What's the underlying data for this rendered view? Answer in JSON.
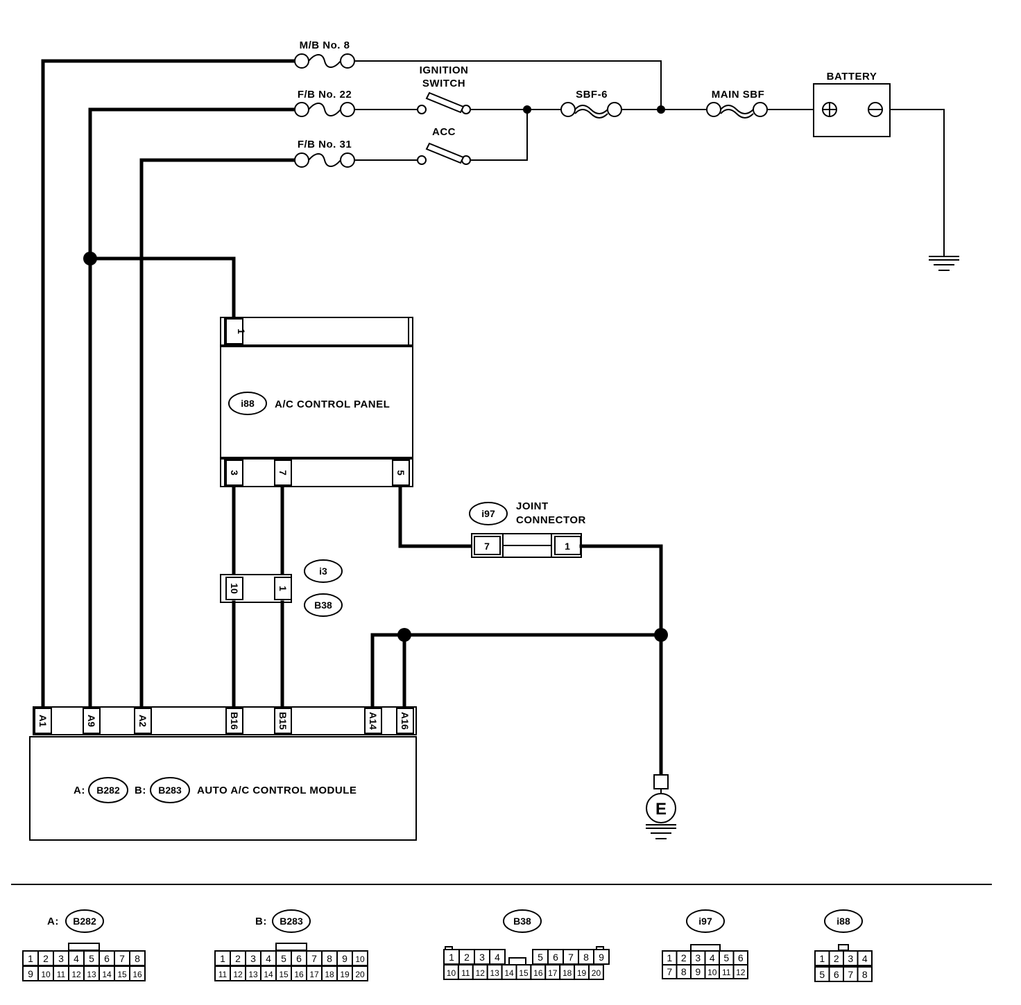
{
  "fuses": {
    "mb8": "M/B No. 8",
    "fb22": "F/B No. 22",
    "fb31": "F/B No. 31",
    "sbf6": "SBF-6",
    "main_sbf": "MAIN SBF"
  },
  "switches": {
    "ignition_line1": "IGNITION",
    "ignition_line2": "SWITCH",
    "acc": "ACC"
  },
  "battery": {
    "label": "BATTERY"
  },
  "control_panel": {
    "connector": "i88",
    "name": "A/C CONTROL PANEL",
    "top_pins": [
      "1"
    ],
    "bottom_pins": [
      "3",
      "7",
      "5"
    ]
  },
  "joint_connector": {
    "connector": "i97",
    "line1": "JOINT",
    "line2": "CONNECTOR",
    "pins": [
      "7",
      "1"
    ]
  },
  "intermediate_connector": {
    "tags": [
      "i3",
      "B38"
    ],
    "pins": [
      "10",
      "1"
    ]
  },
  "module": {
    "prefix_a": "A:",
    "connector_a": "B282",
    "prefix_b": "B:",
    "connector_b": "B283",
    "name": "AUTO A/C CONTROL MODULE",
    "pins": [
      "A1",
      "A9",
      "A2",
      "B16",
      "B15",
      "A14",
      "A16"
    ]
  },
  "ground": {
    "label": "E"
  },
  "connector_views": {
    "b282": {
      "prefix": "A:",
      "name": "B282",
      "rows": [
        [
          "1",
          "2",
          "3",
          "4",
          "5",
          "6",
          "7",
          "8"
        ],
        [
          "9",
          "10",
          "11",
          "12",
          "13",
          "14",
          "15",
          "16"
        ]
      ]
    },
    "b283": {
      "prefix": "B:",
      "name": "B283",
      "rows": [
        [
          "1",
          "2",
          "3",
          "4",
          "5",
          "6",
          "7",
          "8",
          "9",
          "10"
        ],
        [
          "11",
          "12",
          "13",
          "14",
          "15",
          "16",
          "17",
          "18",
          "19",
          "20"
        ]
      ]
    },
    "b38": {
      "name": "B38",
      "rows": [
        [
          "1",
          "2",
          "3",
          "4",
          "5",
          "6",
          "7",
          "8",
          "9"
        ],
        [
          "10",
          "11",
          "12",
          "13",
          "14",
          "15",
          "16",
          "17",
          "18",
          "19",
          "20"
        ]
      ]
    },
    "i97": {
      "name": "i97",
      "rows": [
        [
          "1",
          "2",
          "3",
          "4",
          "5",
          "6"
        ],
        [
          "7",
          "8",
          "9",
          "10",
          "11",
          "12"
        ]
      ]
    },
    "i88": {
      "name": "i88",
      "rows": [
        [
          "1",
          "2",
          "3",
          "4"
        ],
        [
          "5",
          "6",
          "7",
          "8"
        ]
      ]
    }
  }
}
